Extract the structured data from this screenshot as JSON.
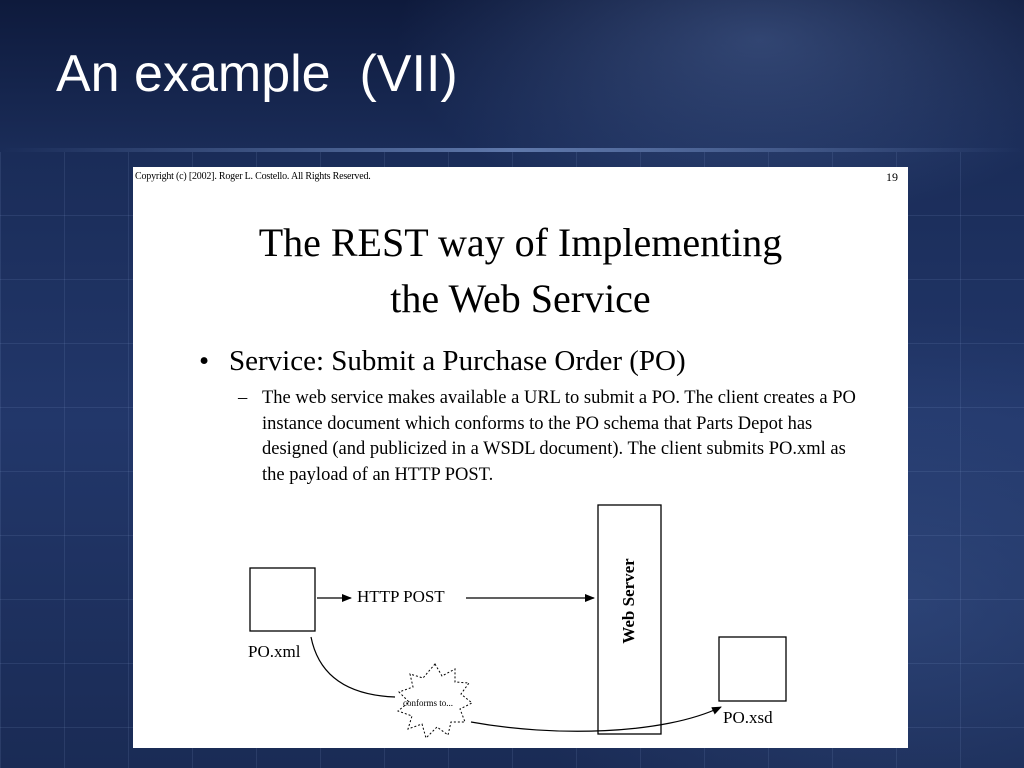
{
  "slide": {
    "title": "An example  (VII)"
  },
  "figure": {
    "copyright": "Copyright (c) [2002]. Roger L. Costello. All Rights Reserved.",
    "page_number": "19",
    "title_line1": "The REST way of Implementing",
    "title_line2": "the Web Service",
    "bullet_symbol": "•",
    "bullet": "Service: Submit a Purchase Order (PO)",
    "sub_bullet_symbol": "–",
    "sub_bullet": "The web service makes available a URL to submit a PO.  The client creates a PO instance document which conforms to the PO schema that Parts Depot has designed (and publicized in a WSDL document).  The client submits PO.xml as the payload of an HTTP POST.",
    "diagram": {
      "client_doc_label": "PO.xml",
      "arrow_label": "HTTP POST",
      "server_label": "Web Server",
      "conforms_label": "conforms to...",
      "schema_doc_label": "PO.xsd"
    }
  }
}
